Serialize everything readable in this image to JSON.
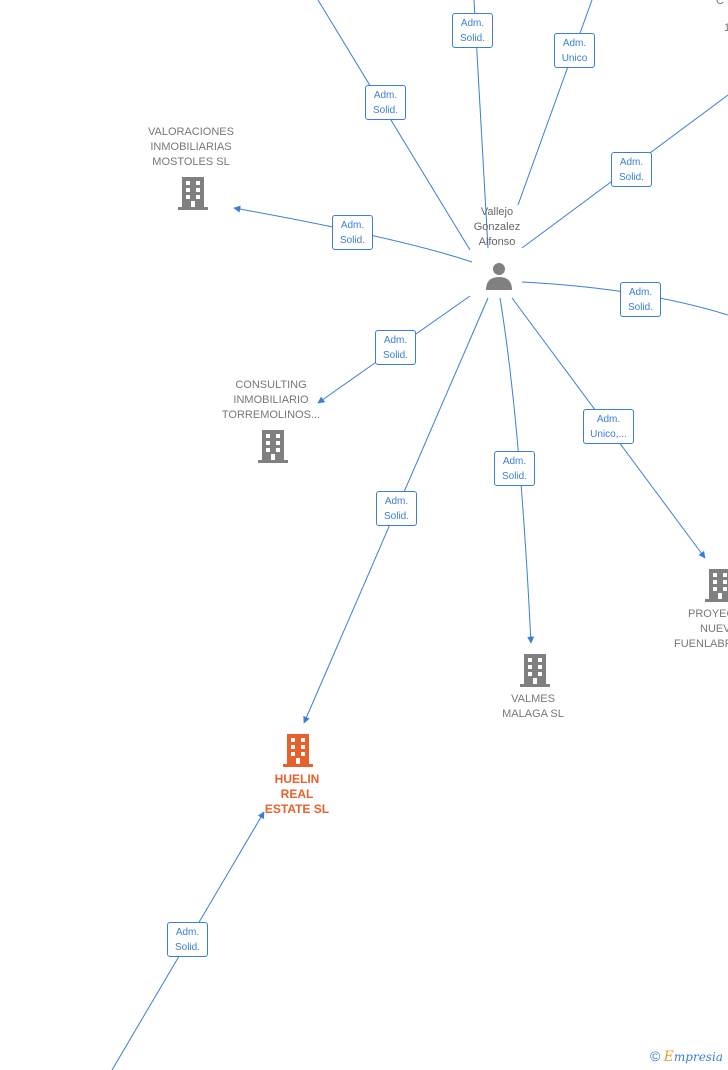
{
  "person": {
    "name_lines": [
      "Vallejo",
      "Gonzalez",
      "Alfonso"
    ]
  },
  "companies": {
    "valoraciones": {
      "lines": [
        "VALORACIONES",
        "INMOBILIARIAS",
        "MOSTOLES  SL"
      ]
    },
    "consulting": {
      "lines": [
        "CONSULTING",
        "INMOBILIARIO",
        "TORREMOLINOS..."
      ]
    },
    "valmes": {
      "lines": [
        "VALMES",
        "MALAGA  SL"
      ]
    },
    "huelin": {
      "lines": [
        "HUELIN",
        "REAL",
        "ESTATE  SL"
      ]
    },
    "proyectos": {
      "lines": [
        "PROYEC",
        "NUEV",
        "FUENLABR"
      ]
    },
    "top_right": {
      "lines": [
        "C",
        "1"
      ]
    }
  },
  "roles": {
    "r_top_left": [
      "Adm.",
      "Solid."
    ],
    "r_top_mid": [
      "Adm.",
      "Solid."
    ],
    "r_top_unico": [
      "Adm.",
      "Unico"
    ],
    "r_right_up": [
      "Adm.",
      "Solid."
    ],
    "r_valoraciones": [
      "Adm.",
      "Solid."
    ],
    "r_right": [
      "Adm.",
      "Solid."
    ],
    "r_consulting": [
      "Adm.",
      "Solid."
    ],
    "r_proyectos": [
      "Adm.",
      "Unico,..."
    ],
    "r_valmes": [
      "Adm.",
      "Solid."
    ],
    "r_huelin": [
      "Adm.",
      "Solid."
    ],
    "r_bottom": [
      "Adm.",
      "Solid."
    ]
  },
  "colors": {
    "edge": "#3a7fd5",
    "building": "#808080",
    "highlight": "#e8602c",
    "person": "#808080"
  },
  "icons": {
    "company": "building-icon",
    "person": "person-icon"
  },
  "footer": {
    "copyright": "©",
    "brand_initial": "E",
    "brand_rest": "mpresia"
  }
}
